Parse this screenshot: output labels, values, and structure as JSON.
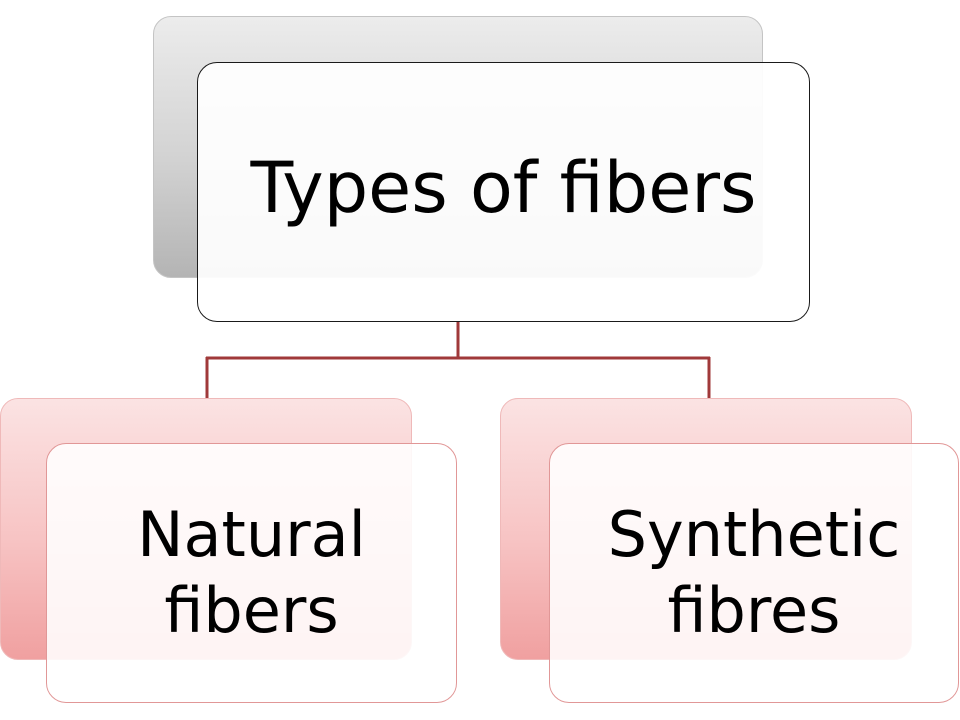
{
  "diagram": {
    "root": {
      "label": "Types of fibers"
    },
    "children": [
      {
        "label": "Natural\nfibers"
      },
      {
        "label": "Synthetic\nfibres"
      }
    ]
  },
  "colors": {
    "connector": "#a0393a",
    "root_back": "#cfcfcf",
    "child_back": "#f4b4b4",
    "child_border": "#e19797"
  }
}
